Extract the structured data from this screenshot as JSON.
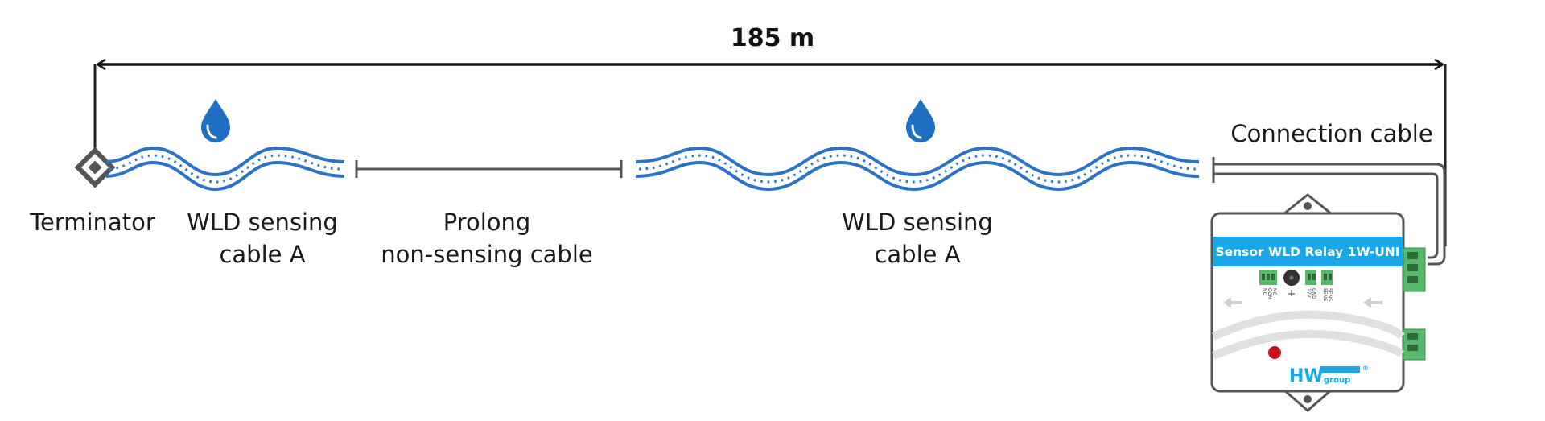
{
  "distance": {
    "label": "185 m"
  },
  "labels": {
    "terminator": "Terminator",
    "wld_a1_line1": "WLD sensing",
    "wld_a1_line2": "cable A",
    "prolong_line1": "Prolong",
    "prolong_line2": "non-sensing cable",
    "wld_a2_line1": "WLD sensing",
    "wld_a2_line2": "cable A",
    "connection": "Connection cable"
  },
  "device": {
    "title": "Sensor WLD Relay 1W-UNI",
    "pins": [
      "NC",
      "COM",
      "NO",
      "12V",
      "GND",
      "SENS",
      "SENS"
    ],
    "logo_main": "HW",
    "logo_sub": "group",
    "logo_mark": "®"
  },
  "colors": {
    "cable_blue": "#2a73c6",
    "device_banner": "#1aa7e6",
    "led_red": "#c8101a",
    "connector_green": "#55b86a",
    "line_gray": "#555555"
  },
  "icons": [
    "water-drop-icon",
    "terminator-icon",
    "buzzer-icon",
    "led-icon"
  ]
}
